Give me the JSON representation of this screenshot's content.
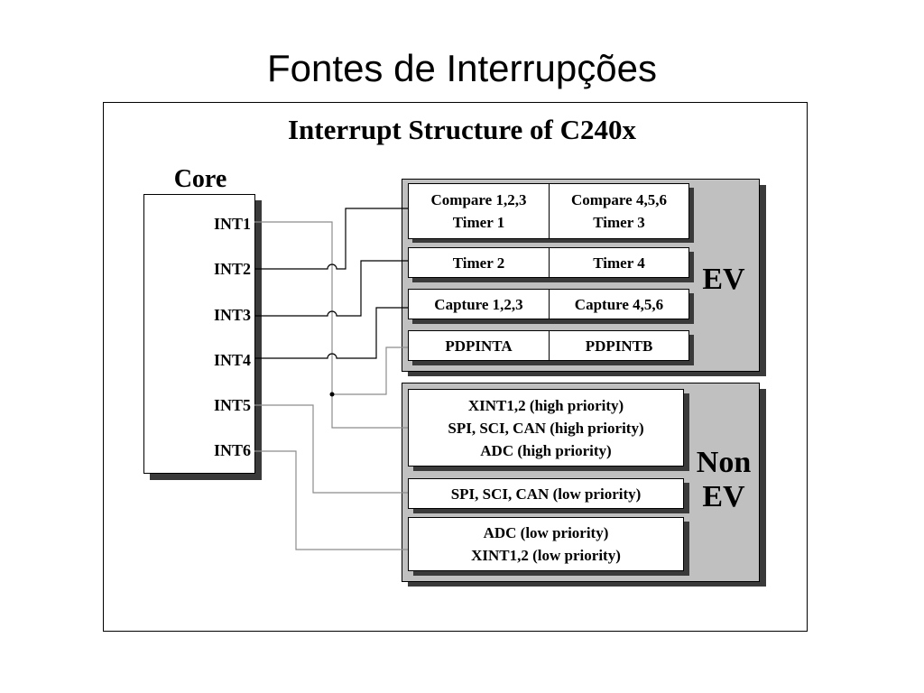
{
  "slide": {
    "title": "Fontes de Interrupções"
  },
  "diagram": {
    "title": "Interrupt Structure of C240x",
    "core": {
      "label": "Core",
      "interrupts": [
        "INT1",
        "INT2",
        "INT3",
        "INT4",
        "INT5",
        "INT6"
      ]
    },
    "ev_group": {
      "label": "EV",
      "rows": [
        {
          "cells": [
            "Compare 1,2,3\nTimer 1",
            "Compare 4,5,6\nTimer 3"
          ]
        },
        {
          "cells": [
            "Timer 2",
            "Timer 4"
          ]
        },
        {
          "cells": [
            "Capture 1,2,3",
            "Capture 4,5,6"
          ]
        },
        {
          "cells": [
            "PDPINTA",
            "PDPINTB"
          ]
        }
      ]
    },
    "non_ev_group": {
      "label": "Non\nEV",
      "rows": [
        {
          "text": "XINT1,2 (high priority)\nSPI, SCI, CAN (high priority)\nADC (high priority)"
        },
        {
          "text": "SPI, SCI, CAN (low priority)"
        },
        {
          "text": "ADC (low priority)\nXINT1,2 (low priority)"
        }
      ]
    }
  }
}
